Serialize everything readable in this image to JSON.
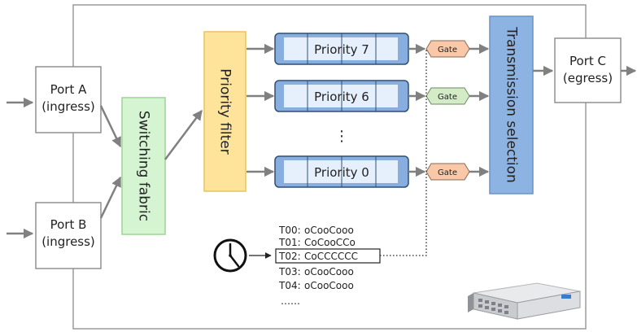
{
  "colors": {
    "switch_fill": "#d5f5d2",
    "switch_stroke": "#9bd595",
    "filter_fill": "#fde49a",
    "filter_stroke": "#e8c35e",
    "queue_dark": "#88aee0",
    "queue_light": "#e6f0fc",
    "queue_stroke": "#2f4f74",
    "tx_fill": "#8db3e2",
    "tx_stroke": "#6b93c6",
    "gate_open": "#d3ecc7",
    "gate_closed": "#f8c8a8",
    "arrow": "#808080"
  },
  "ports": {
    "a": {
      "line1": "Port A",
      "line2": "(ingress)"
    },
    "b": {
      "line1": "Port B",
      "line2": "(ingress)"
    },
    "c": {
      "line1": "Port C",
      "line2": "(egress)"
    }
  },
  "switching_fabric": "Switching fabric",
  "priority_filter": "Priority filter",
  "queues": [
    "Priority 7",
    "Priority 6",
    "Priority 0"
  ],
  "ellipsis": "⋮",
  "gate_label": "Gate",
  "transmission_selection": "Transmission selection",
  "schedule": [
    {
      "id": "T00:",
      "state": "oCooCooo"
    },
    {
      "id": "T01:",
      "state": "CoCooCCo"
    },
    {
      "id": "T02:",
      "state": "CoCCCCCC"
    },
    {
      "id": "T03:",
      "state": "oCooCooo"
    },
    {
      "id": "T04:",
      "state": "oCooCooo"
    }
  ],
  "schedule_more": "……",
  "icons": {
    "clock": "clock-icon",
    "switch": "network-switch-icon"
  }
}
